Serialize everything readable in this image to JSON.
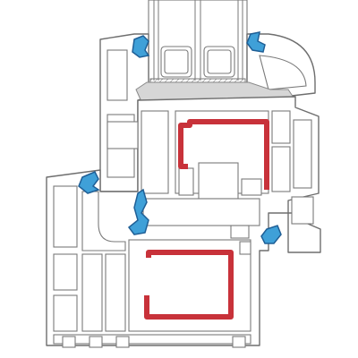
{
  "colors": {
    "background": "#ffffff",
    "profile_stroke": "#6e6e6e",
    "steel_reinforcement": "#c8323a",
    "gasket": "#3fa0d8",
    "gasket_dark": "#1f5f96",
    "glazing_bead_fill": "#d6d6d6"
  },
  "components": {
    "triple_glazing_panes": 3,
    "sash_seals": 2,
    "frame_seals": 3,
    "steel_reinforcements": 2
  }
}
